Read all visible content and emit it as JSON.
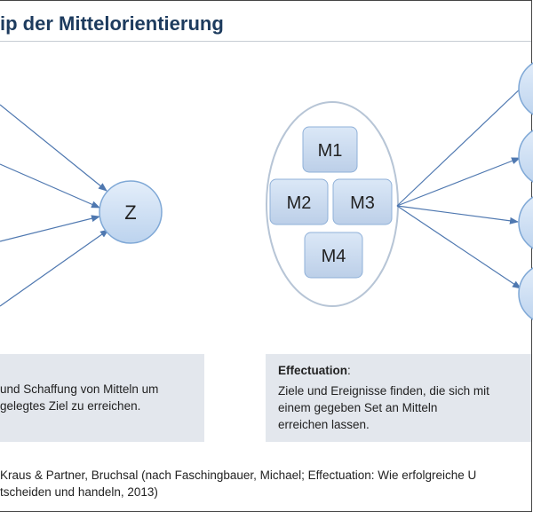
{
  "title": "ip der Mittelorientierung",
  "diagram": {
    "goal_label": "Z",
    "means": [
      "M1",
      "M2",
      "M3",
      "M4"
    ]
  },
  "left_box": {
    "line1": " und Schaffung von Mitteln um",
    "line2": "gelegtes Ziel zu erreichen."
  },
  "right_box": {
    "heading": "Effectuation",
    "heading_suffix": ":",
    "line1": "Ziele und Ereignisse finden, die sich mit",
    "line2": "einem gegeben Set an Mitteln",
    "line3": "erreichen lassen."
  },
  "source": {
    "line1": "Kraus & Partner, Bruchsal (nach Faschingbauer, Michael; Effectuation: Wie erfolgreiche U",
    "line2": "tscheiden und handeln, 2013)"
  },
  "colors": {
    "title": "#1d3b5e",
    "node_fill": "#cfe0f3",
    "node_stroke": "#7fa8d6",
    "arrow": "#4f78b0",
    "box_fill": "#e3e7ed"
  }
}
